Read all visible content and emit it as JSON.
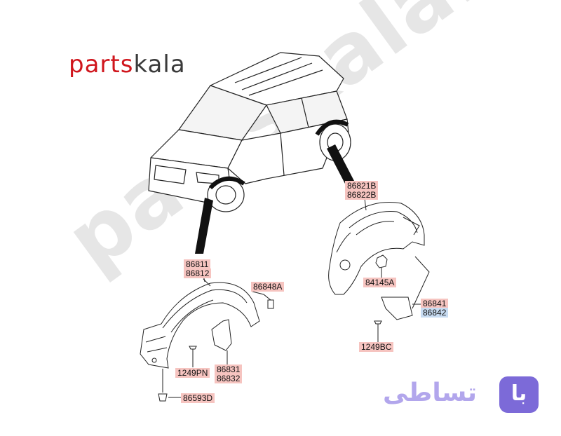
{
  "logo": {
    "part1": "parts",
    "part2": "kala"
  },
  "watermark": "partskala.ir",
  "brand": {
    "badge": "با",
    "text": "تساطی"
  },
  "labels": {
    "rear_liner": [
      "86821B",
      "86822B"
    ],
    "front_liner": [
      "86811",
      "86812"
    ],
    "front_clip": "86848A",
    "rear_nut": "84145A",
    "rear_flap": [
      "86841",
      "86842"
    ],
    "rear_screw": "1249BC",
    "front_screw": "1249PN",
    "front_flap": [
      "86831",
      "86832"
    ],
    "bottom_clip": "86593D"
  },
  "colors": {
    "logo_red": "#d0161d",
    "label_pink": "#f6c4c0",
    "label_blue": "#c8dcf2",
    "brand_purple": "#7c6ad8"
  }
}
